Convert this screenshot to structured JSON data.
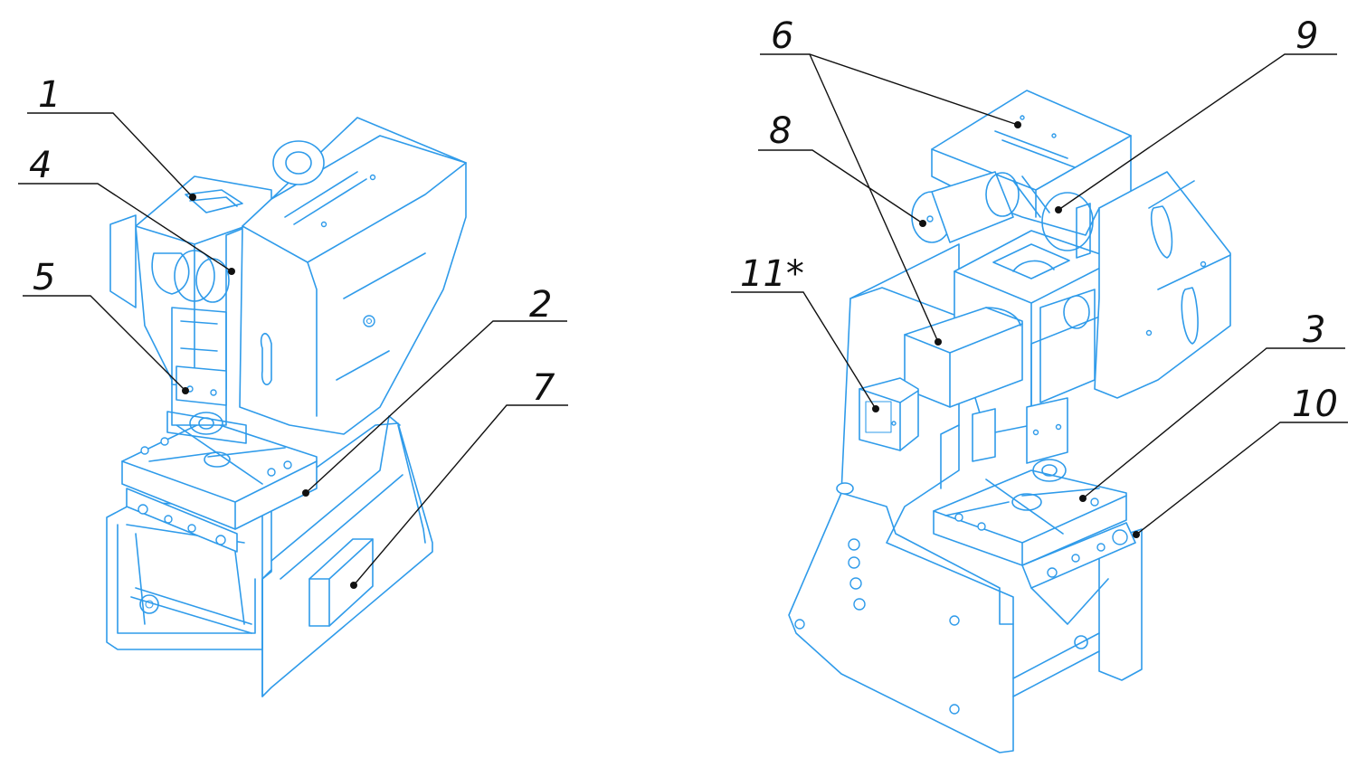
{
  "colors": {
    "drawing": "#2f9bea",
    "leader": "#111111",
    "background": "#ffffff"
  },
  "callouts": {
    "c1": "1",
    "c2": "2",
    "c3": "3",
    "c4": "4",
    "c5": "5",
    "c6": "6",
    "c7": "7",
    "c8": "8",
    "c9": "9",
    "c10": "10",
    "c11": "11*"
  }
}
